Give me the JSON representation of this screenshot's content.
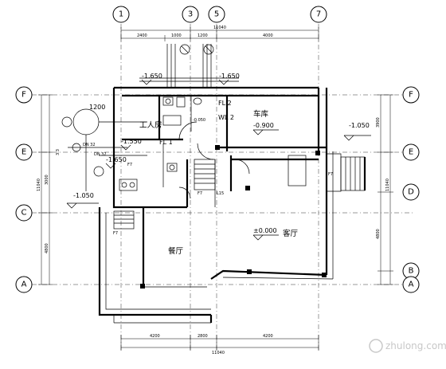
{
  "axes_top": [
    "1",
    "3",
    "5",
    "7"
  ],
  "axes_left": [
    "F",
    "E",
    "C",
    "A"
  ],
  "axes_right": [
    "F",
    "E",
    "D",
    "B",
    "A"
  ],
  "top_dims": [
    "2400",
    "1000",
    "1200",
    "4000"
  ],
  "top_total": "11040",
  "bottom_dims": [
    "4200",
    "2800",
    "4200"
  ],
  "bottom_total": "11040",
  "left_total": "11040",
  "right_total": "11040",
  "left_dims": [
    "3000",
    "4800"
  ],
  "right_dims": [
    "3900",
    "4800"
  ],
  "rooms": {
    "worker_room": "工人房",
    "garage": "车库",
    "dining": "餐厅",
    "living": "客厅"
  },
  "elevations": {
    "e1": "-1.650",
    "e2": "-1.650",
    "e3": "-1.550",
    "e4": "-1.650",
    "e5": "-1.050",
    "e6": "-0.900",
    "e7": "-1.050",
    "e8": "±0.000",
    "e9": "-0.050"
  },
  "annotations": {
    "a1": "1200",
    "a2": "DN 32",
    "a3": "FL 2",
    "a4": "WL 2",
    "a5": "FL 1",
    "a6": "3.3",
    "a7": "DN 32",
    "a8": "F7",
    "a9": "F7",
    "a10": "F7",
    "a11": "F7",
    "a12": "L15"
  },
  "watermark": "zhulong.com"
}
